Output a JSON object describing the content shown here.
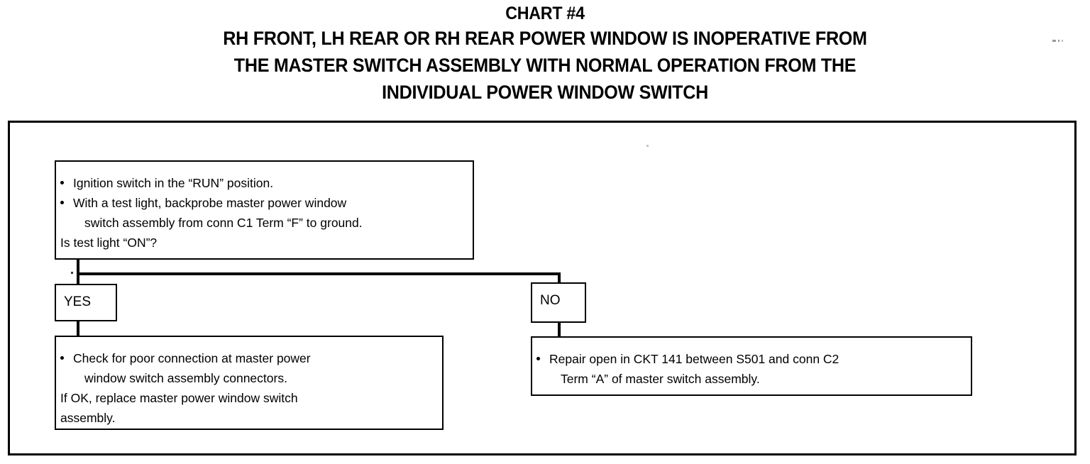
{
  "title": {
    "chart_number": "CHART #4",
    "lines": [
      "RH FRONT, LH REAR OR RH REAR POWER WINDOW IS INOPERATIVE FROM",
      "THE MASTER SWITCH ASSEMBLY WITH NORMAL OPERATION FROM THE",
      "INDIVIDUAL POWER WINDOW SWITCH"
    ]
  },
  "flow": {
    "question_box": {
      "bullets": [
        {
          "line1": "Ignition switch in the “RUN” position.",
          "line2": ""
        },
        {
          "line1": "With a test light, backprobe master power window",
          "line2": "switch assembly from conn C1 Term “F” to ground."
        }
      ],
      "prompt": "Is test light “ON”?"
    },
    "branches": {
      "yes_label": "YES",
      "no_label": "NO"
    },
    "result_yes": {
      "bullet_line1": "Check for poor connection at master power",
      "bullet_line2": "window switch assembly connectors.",
      "follow_line1": "If OK, replace master power window switch",
      "follow_line2": "assembly."
    },
    "result_no": {
      "bullet_line1": "Repair open in CKT 141 between S501 and conn C2",
      "bullet_line2": "Term “A” of master switch assembly."
    }
  },
  "colors": {
    "ink": "#000000",
    "paper": "#ffffff"
  }
}
